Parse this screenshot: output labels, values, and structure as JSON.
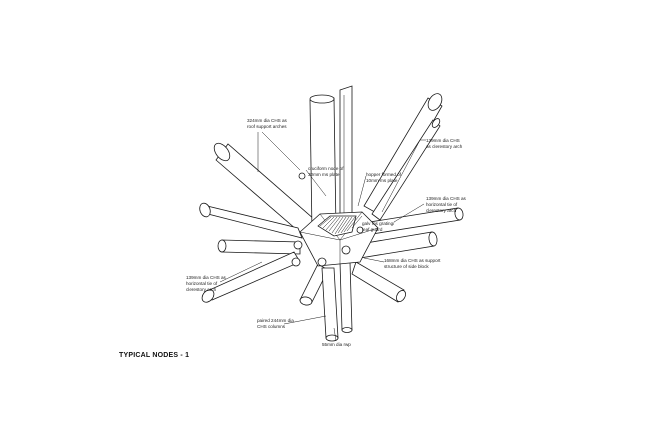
{
  "title": "TYPICAL NODES - 1",
  "labels": {
    "roof_arches": [
      "324mm dia CHS as",
      "roof support arches"
    ],
    "clerestory_arch": [
      "139mm dia CHS",
      "as clerestory arch"
    ],
    "cruciform_node": [
      "cruciform node of",
      "30mm ms plate"
    ],
    "hopper": [
      "hopper formed of",
      "10mm ms plate"
    ],
    "horizontal_tie_right": [
      "139mm dia CHS as",
      "horizontal tie of",
      "clerestory arch"
    ],
    "grating": [
      "galv ms grating/",
      "leaf guard"
    ],
    "side_block": [
      "168mm dia CHS as support",
      "structure of side block"
    ],
    "horizontal_tie_left": [
      "139mm dia CHS as",
      "horizontal tie of",
      "clerestory arch"
    ],
    "paired_columns": [
      "paired 244mm dia",
      "CHS columns"
    ],
    "rwp": [
      "55mm dia rwp"
    ]
  }
}
